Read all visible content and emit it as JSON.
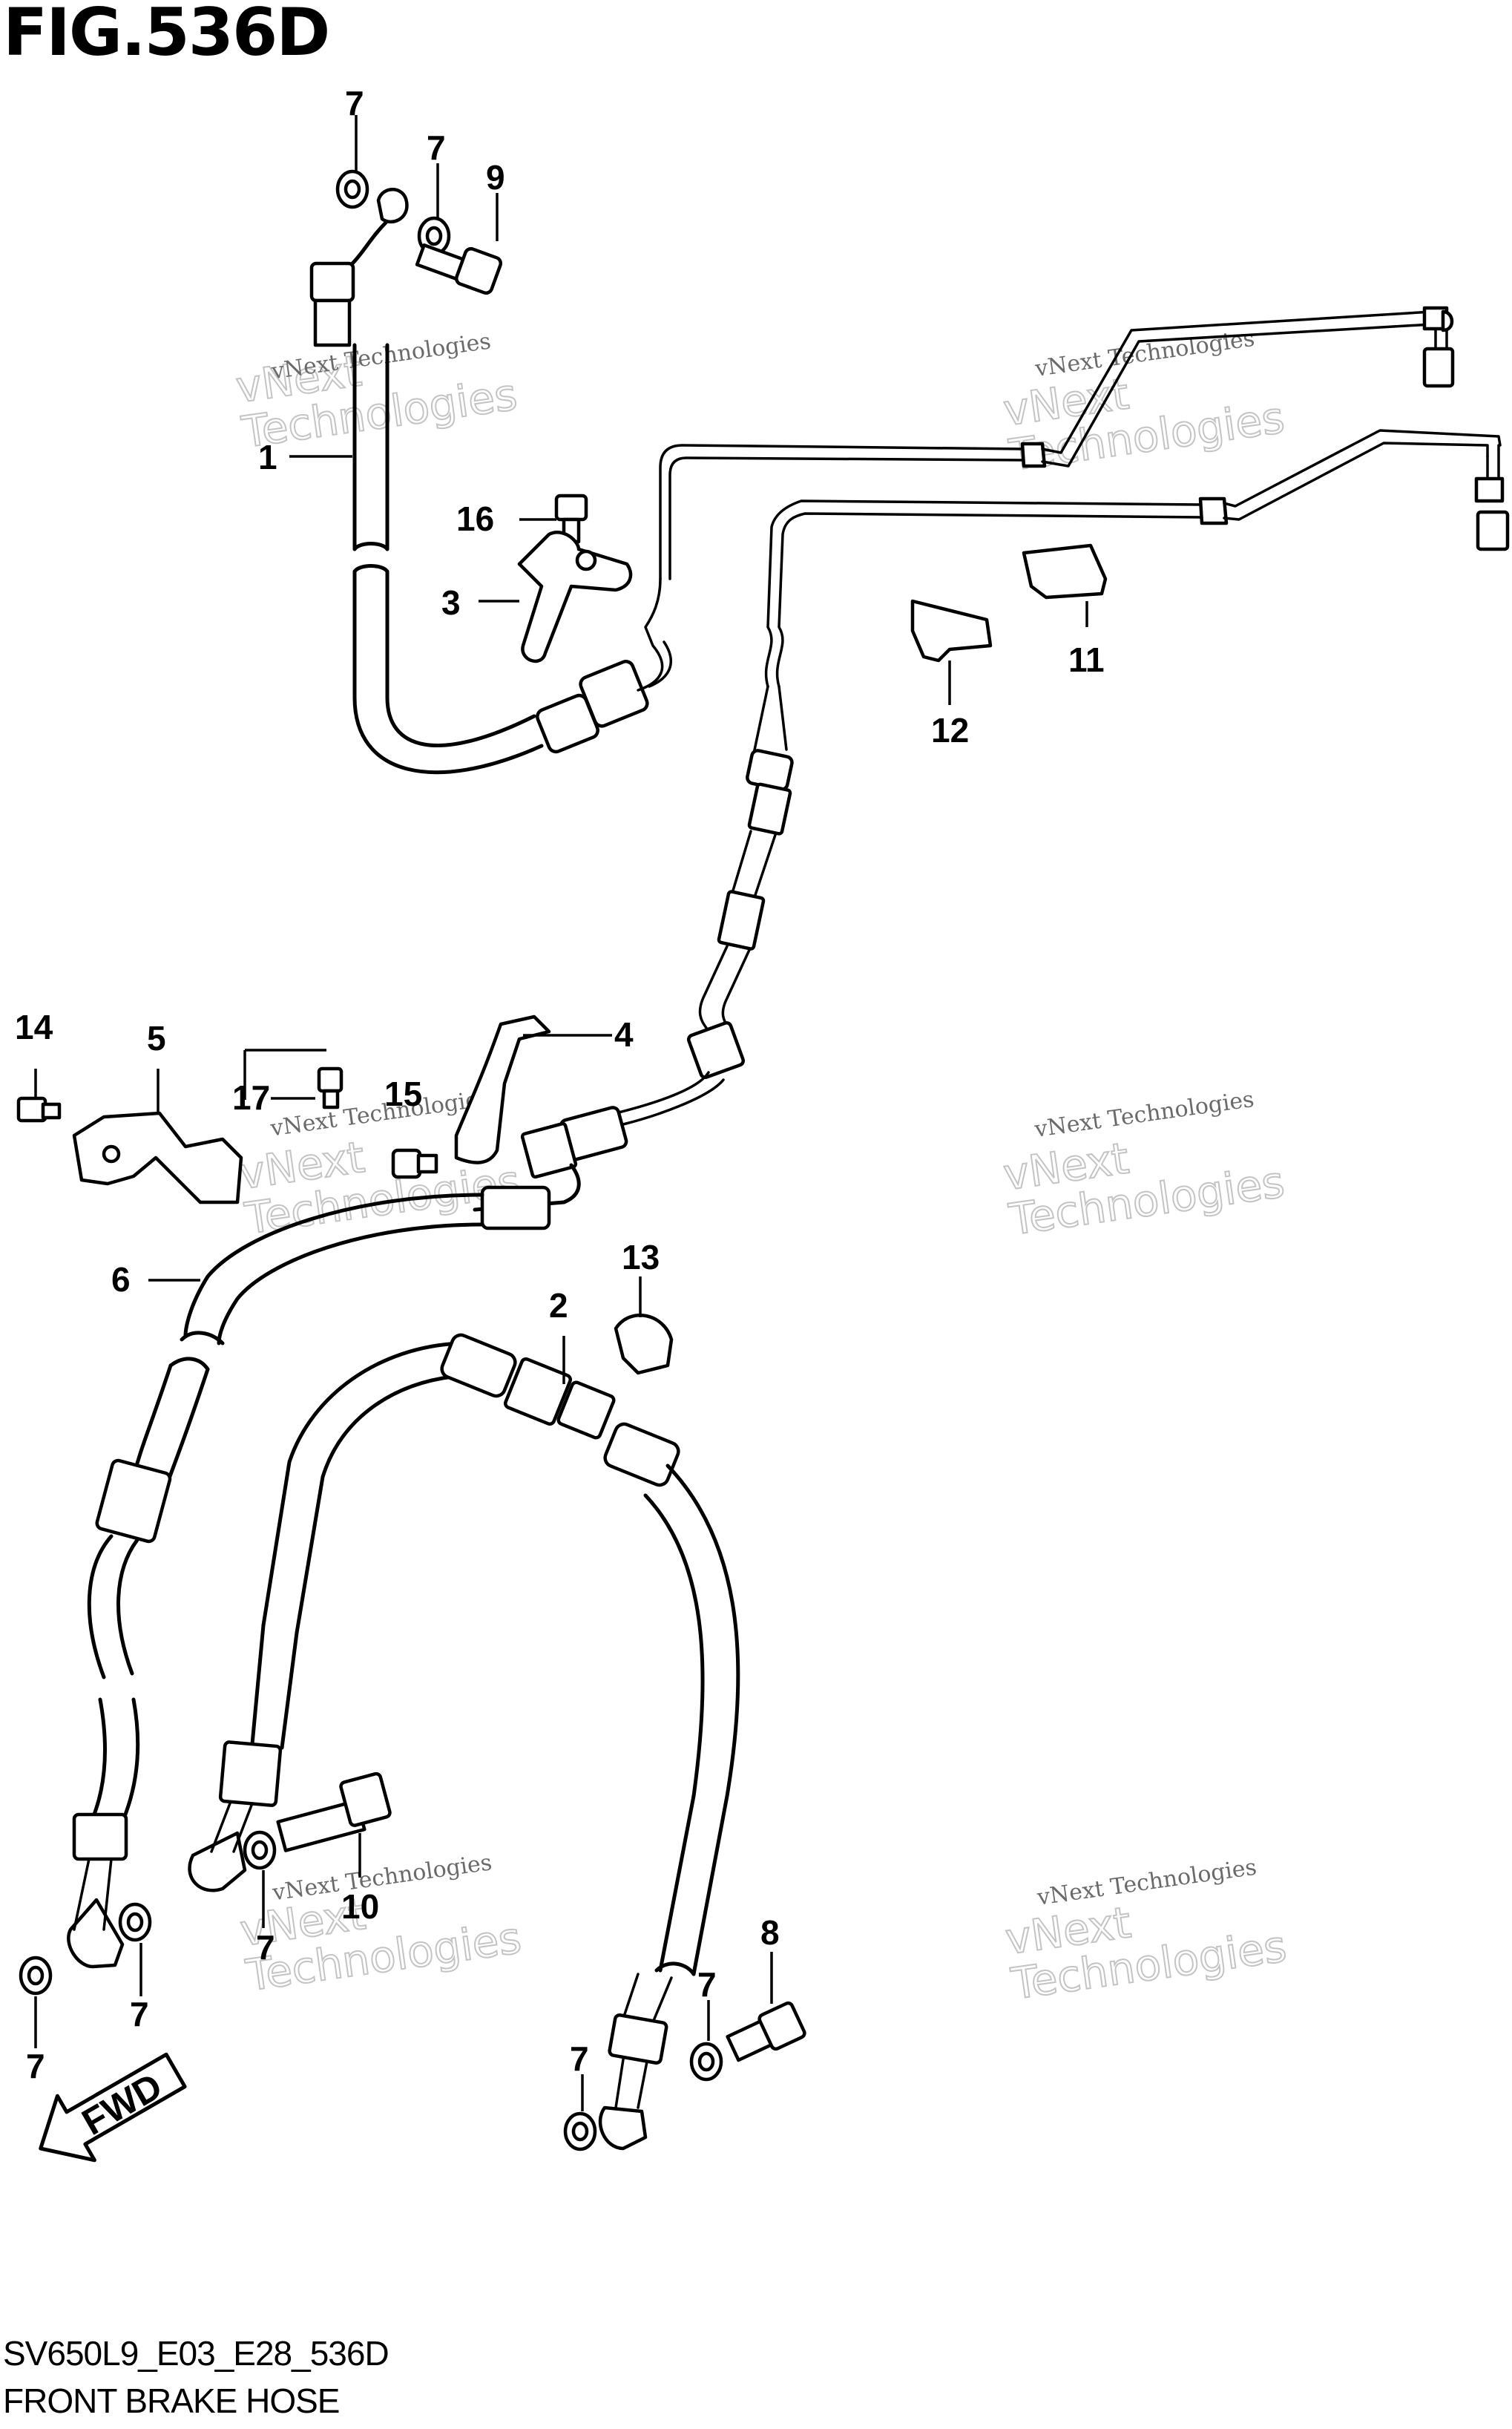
{
  "figure": {
    "title": "FIG.536D",
    "code": "SV650L9_E03_E28_536D",
    "name": "FRONT BRAKE HOSE",
    "direction_label": "FWD"
  },
  "watermark": {
    "small_text": "vNext Technologies",
    "large_text": "vNext\nTechnologies"
  },
  "callouts": [
    {
      "id": "c1",
      "label": "1"
    },
    {
      "id": "c2",
      "label": "2"
    },
    {
      "id": "c3",
      "label": "3"
    },
    {
      "id": "c4",
      "label": "4"
    },
    {
      "id": "c5",
      "label": "5"
    },
    {
      "id": "c6",
      "label": "6"
    },
    {
      "id": "c7a",
      "label": "7"
    },
    {
      "id": "c7b",
      "label": "7"
    },
    {
      "id": "c7c",
      "label": "7"
    },
    {
      "id": "c7d",
      "label": "7"
    },
    {
      "id": "c7e",
      "label": "7"
    },
    {
      "id": "c7f",
      "label": "7"
    },
    {
      "id": "c7g",
      "label": "7"
    },
    {
      "id": "c8",
      "label": "8"
    },
    {
      "id": "c9",
      "label": "9"
    },
    {
      "id": "c10",
      "label": "10"
    },
    {
      "id": "c11",
      "label": "11"
    },
    {
      "id": "c12",
      "label": "12"
    },
    {
      "id": "c13",
      "label": "13"
    },
    {
      "id": "c14",
      "label": "14"
    },
    {
      "id": "c15",
      "label": "15"
    },
    {
      "id": "c16",
      "label": "16"
    },
    {
      "id": "c17",
      "label": "17"
    }
  ]
}
